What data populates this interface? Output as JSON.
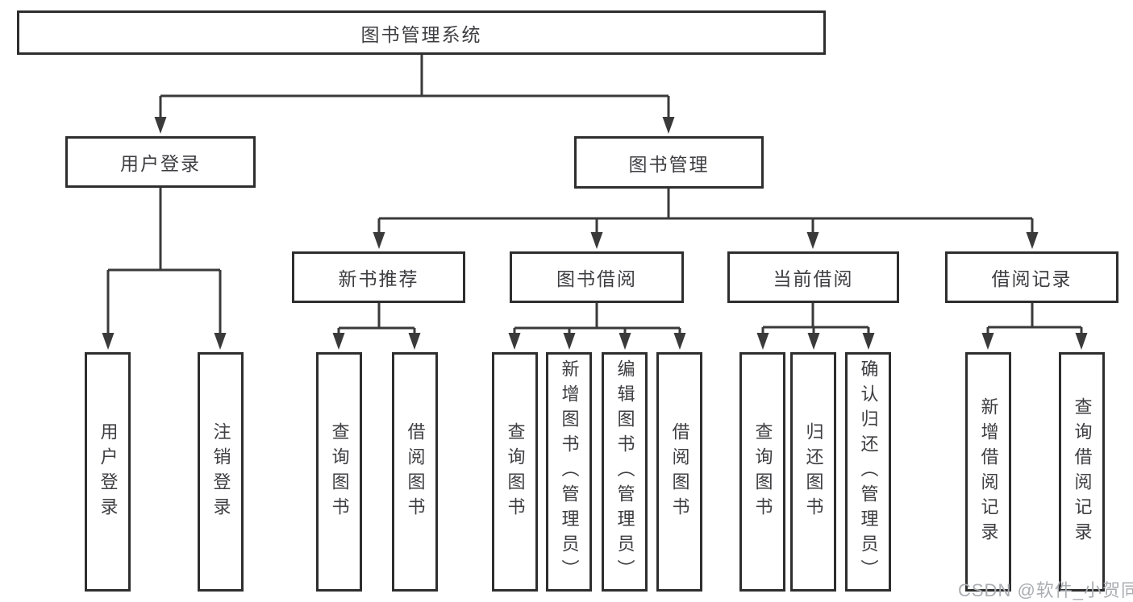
{
  "diagram_title": "图书管理系统",
  "tree": {
    "root": "图书管理系统",
    "branches": [
      {
        "label": "用户登录",
        "children": [
          {
            "label": "用户登录"
          },
          {
            "label": "注销登录"
          }
        ]
      },
      {
        "label": "图书管理",
        "sections": [
          {
            "label": "新书推荐",
            "children": [
              {
                "label": "查询图书"
              },
              {
                "label": "借阅图书"
              }
            ]
          },
          {
            "label": "图书借阅",
            "children": [
              {
                "label": "查询图书"
              },
              {
                "label": "新增图书（管理员）"
              },
              {
                "label": "编辑图书（管理员）"
              },
              {
                "label": "借阅图书"
              }
            ]
          },
          {
            "label": "当前借阅",
            "children": [
              {
                "label": "查询图书"
              },
              {
                "label": "归还图书"
              },
              {
                "label": "确认归还（管理员）"
              }
            ]
          },
          {
            "label": "借阅记录",
            "children": [
              {
                "label": "新增借阅记录"
              },
              {
                "label": "查询借阅记录"
              }
            ]
          }
        ]
      }
    ]
  },
  "watermark": {
    "text": "CSDN @软件_小贺同学"
  },
  "colors": {
    "line": "#3a3a3a",
    "box_border": "#2e2e2e",
    "text": "#3e3e42",
    "watermark": "#aaaeb2",
    "background": "#ffffff"
  }
}
